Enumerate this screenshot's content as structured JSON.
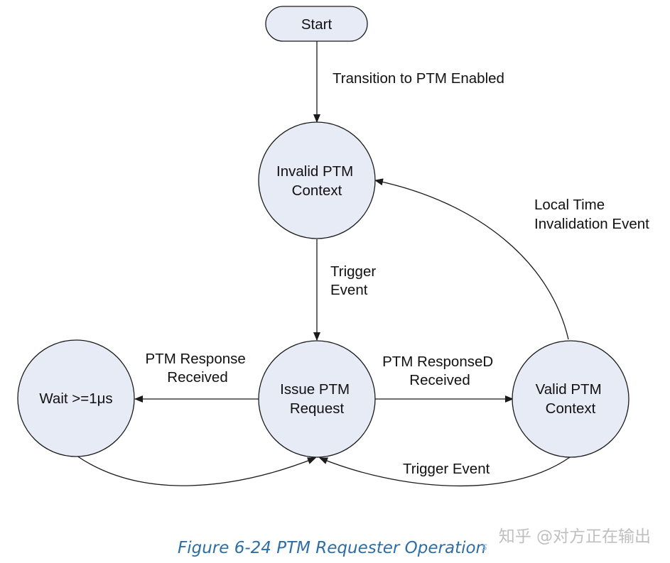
{
  "nodes": {
    "start": "Start",
    "invalid": [
      "Invalid PTM",
      "Context"
    ],
    "issue": [
      "Issue PTM",
      "Request"
    ],
    "wait": "Wait >=1μs",
    "valid": [
      "Valid PTM",
      "Context"
    ]
  },
  "edges": {
    "transition_enabled": "Transition to PTM Enabled",
    "trigger_event_down": [
      "Trigger",
      "Event"
    ],
    "response_received": [
      "PTM Response",
      "Received"
    ],
    "responsed_received": [
      "PTM ResponseD",
      "Received"
    ],
    "local_time_invalidation": [
      "Local Time",
      "Invalidation Event"
    ],
    "trigger_event_bottom": "Trigger Event"
  },
  "caption": "Figure 6-24 PTM Requester Operation",
  "caption_mark": "s",
  "watermark": "知乎 @对方正在输出"
}
